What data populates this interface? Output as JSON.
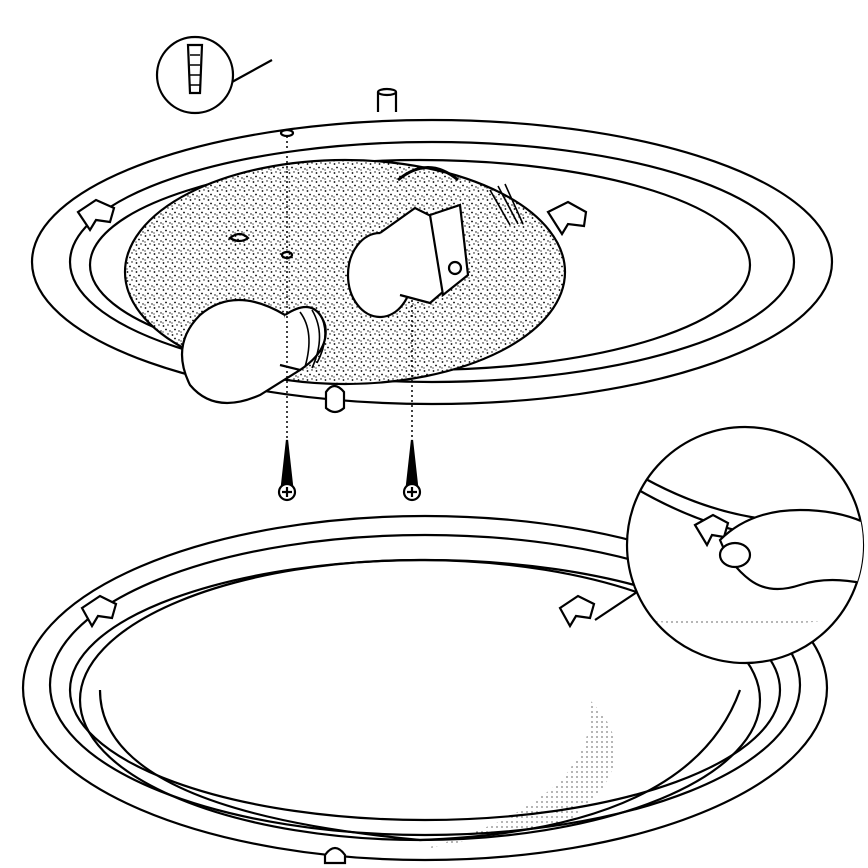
{
  "diagram": {
    "colors": {
      "line": "#000000",
      "background": "#ffffff"
    },
    "parts": [
      {
        "name": "ceiling-base-plate",
        "icon": "fixture-base"
      },
      {
        "name": "wall-plug-detail",
        "icon": "wall-plug"
      },
      {
        "name": "light-bulb",
        "icon": "bulb"
      },
      {
        "name": "lamp-socket",
        "icon": "socket"
      },
      {
        "name": "mounting-screw",
        "icon": "screw",
        "count": 2
      },
      {
        "name": "glass-shade",
        "icon": "shade"
      },
      {
        "name": "clip-detail",
        "icon": "hand-clip"
      }
    ]
  }
}
